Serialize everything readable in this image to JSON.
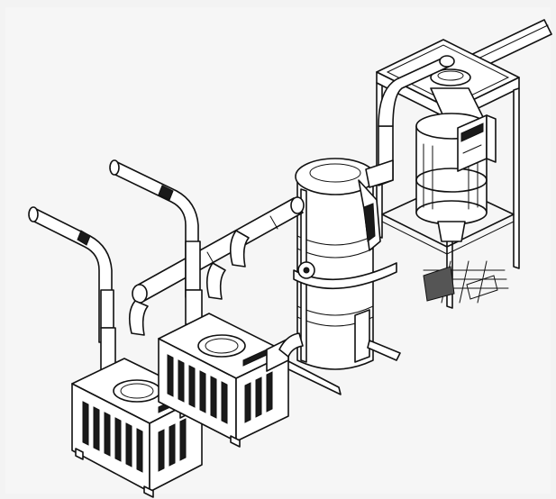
{
  "figure": {
    "background": "#f6f6f6",
    "line_color": "#111111",
    "components": [
      "left-vacuum-pump-unit",
      "right-vacuum-pump-unit",
      "central-filter-receiver",
      "hopper-loader-frame",
      "vacuum-manifold-piping"
    ]
  }
}
